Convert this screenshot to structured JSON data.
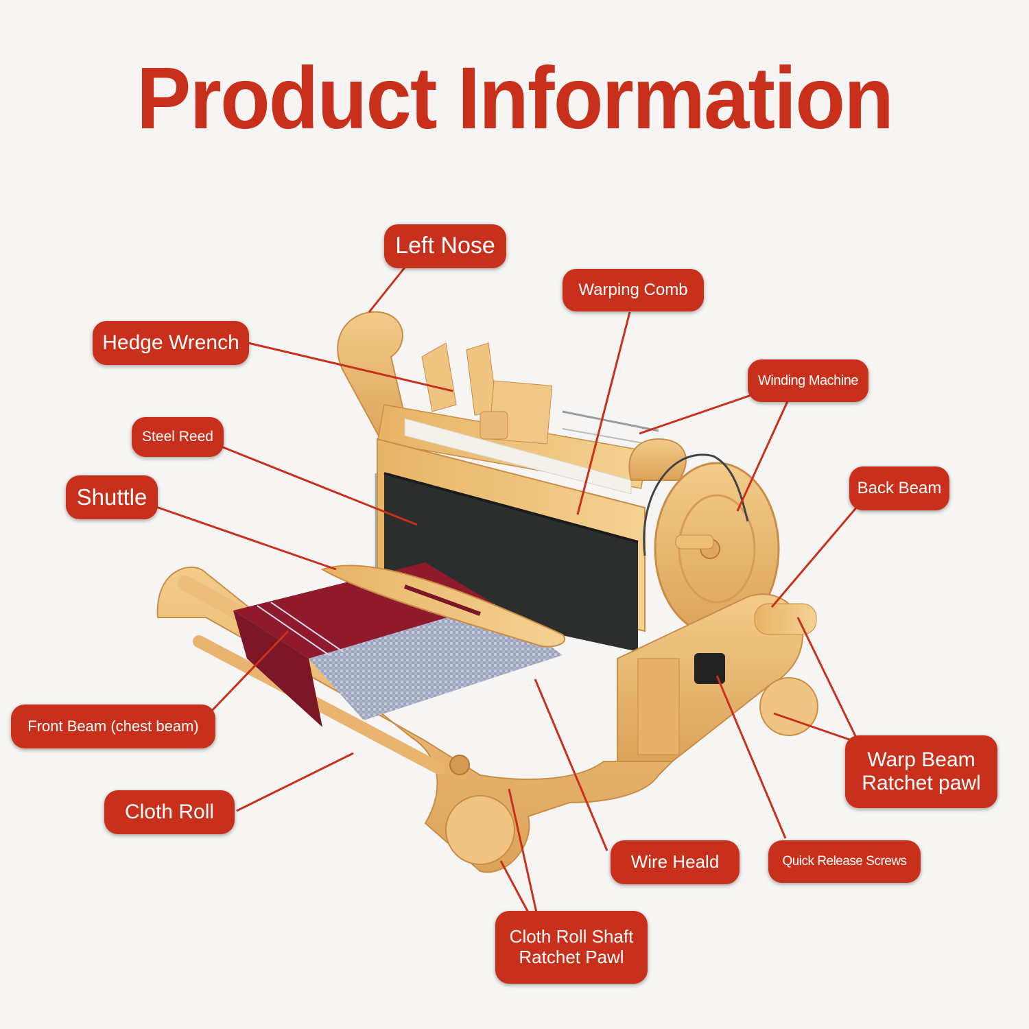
{
  "title": "Product Information",
  "colors": {
    "accent": "#c8301b",
    "background": "#f6f5f3",
    "wood": "#e9b66e",
    "fabric": "#8e1a2c",
    "reed": "#2b2e2c"
  },
  "labels": {
    "left_nose": "Left Nose",
    "warping_comb": "Warping Comb",
    "hedge_wrench": "Hedge Wrench",
    "winding_machine": "Winding Machine",
    "steel_reed": "Steel Reed",
    "back_beam": "Back Beam",
    "shuttle": "Shuttle",
    "front_beam": "Front Beam (chest beam)",
    "warp_beam_line1": "Warp Beam",
    "warp_beam_line2": "Ratchet pawl",
    "cloth_roll": "Cloth Roll",
    "wire_heald": "Wire Heald",
    "quick_release": "Quick Release Screws",
    "cloth_roll_shaft_line1": "Cloth Roll Shaft",
    "cloth_roll_shaft_line2": "Ratchet Pawl"
  }
}
